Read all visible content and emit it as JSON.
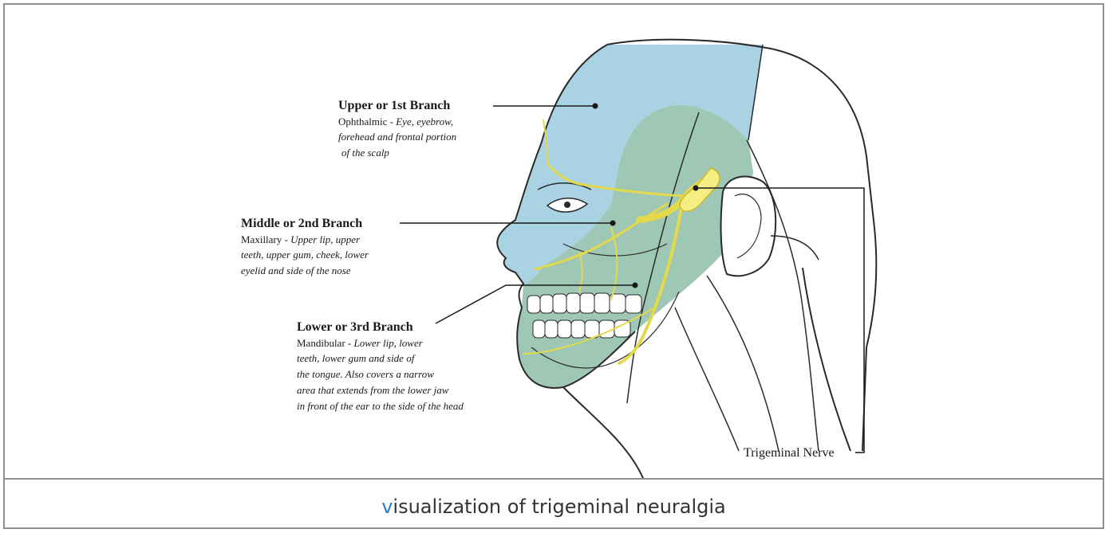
{
  "figure": {
    "branches": [
      {
        "title": "Upper or 1st Branch",
        "desc_lead": "Ophthalmic - ",
        "desc_lines": [
          "Eye, eyebrow,",
          "forehead and frontal portion",
          "of the scalp"
        ]
      },
      {
        "title": "Middle or 2nd Branch",
        "desc_lead": "Maxillary - ",
        "desc_lines": [
          "Upper lip, upper",
          "teeth, upper gum, cheek, lower",
          "eyelid and side of the nose"
        ]
      },
      {
        "title": "Lower or 3rd Branch",
        "desc_lead": "Mandibular - ",
        "desc_lines": [
          "Lower lip, lower",
          "teeth, lower gum and side of",
          "the tongue. Also covers a narrow",
          "area that extends from the lower jaw",
          "in front of the ear to the side of the head"
        ]
      }
    ],
    "nerve_label": "Trigeminal Nerve",
    "colors": {
      "upper_region": "#a9d3e3",
      "middle_lower_region": "#9fc7b6",
      "nerve": "#f4ee82",
      "outline": "#2a2a2a"
    }
  },
  "caption": {
    "first_letter": "v",
    "rest": "isualization of trigeminal neuralgia"
  }
}
